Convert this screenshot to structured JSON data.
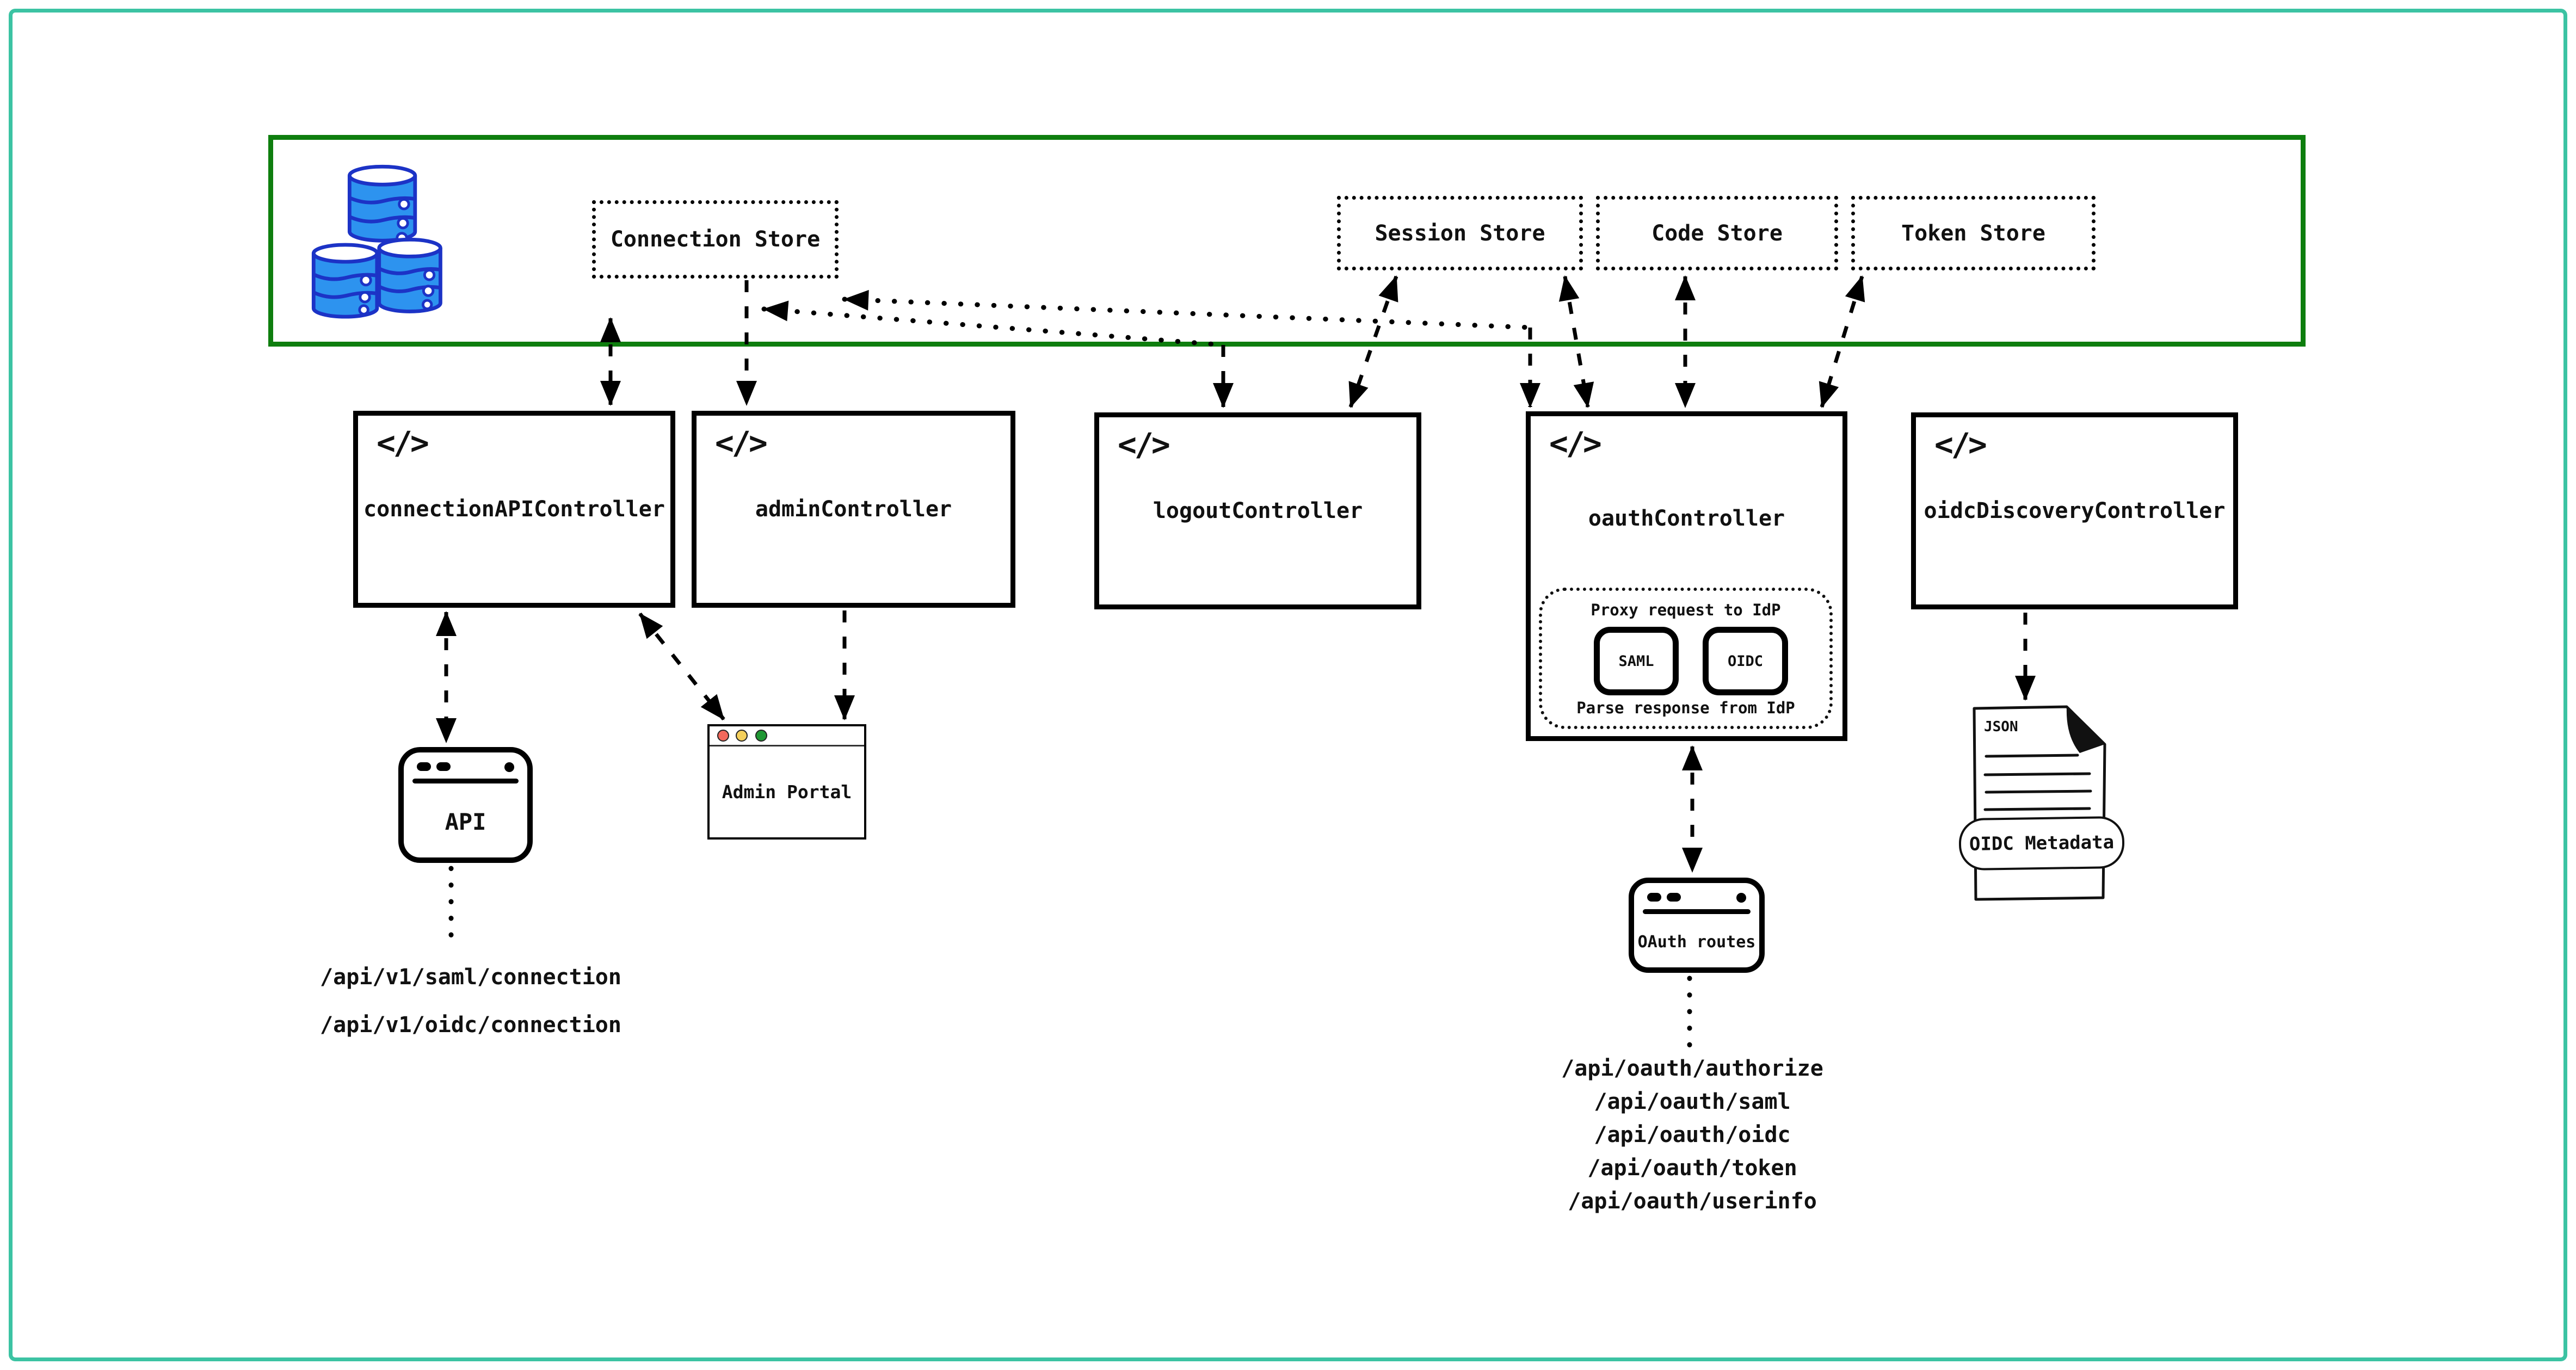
{
  "canvas": {
    "background": "#ffffff",
    "frame_color": "#3cc3a3"
  },
  "store_zone": {
    "border_color": "#0e7e0e",
    "database_icon": "database-stack-icon",
    "db_fill": "#2d93ef",
    "db_stroke": "#1c33c6",
    "stores": [
      {
        "id": "connection-store",
        "label": "Connection Store"
      },
      {
        "id": "session-store",
        "label": "Session Store"
      },
      {
        "id": "code-store",
        "label": "Code Store"
      },
      {
        "id": "token-store",
        "label": "Token Store"
      }
    ]
  },
  "controllers": [
    {
      "id": "connection-api-controller",
      "label": "connectionAPIController",
      "icon": "code-icon",
      "icon_glyph": "</>"
    },
    {
      "id": "admin-controller",
      "label": "adminController",
      "icon": "code-icon",
      "icon_glyph": "</>"
    },
    {
      "id": "logout-controller",
      "label": "logoutController",
      "icon": "code-icon",
      "icon_glyph": "</>"
    },
    {
      "id": "oauth-controller",
      "label": "oauthController",
      "icon": "code-icon",
      "icon_glyph": "</>"
    },
    {
      "id": "oidc-discovery-controller",
      "label": "oidcDiscoveryController",
      "icon": "code-icon",
      "icon_glyph": "</>"
    }
  ],
  "oauth_proxy": {
    "title": "Proxy request to IdP",
    "protocols": [
      "SAML",
      "OIDC"
    ],
    "footer": "Parse response from IdP"
  },
  "api_window": {
    "label": "API",
    "endpoints": [
      "/api/v1/saml/connection",
      "/api/v1/oidc/connection"
    ]
  },
  "admin_portal": {
    "label": "Admin Portal",
    "traffic_light_colors": [
      "#f2685c",
      "#f5d05c",
      "#1f9733"
    ]
  },
  "oauth_routes": {
    "label": "OAuth routes",
    "endpoints": [
      "/api/oauth/authorize",
      "/api/oauth/saml",
      "/api/oauth/oidc",
      "/api/oauth/token",
      "/api/oauth/userinfo"
    ]
  },
  "oidc_metadata": {
    "file_type": "JSON",
    "label": "OIDC Metadata"
  }
}
